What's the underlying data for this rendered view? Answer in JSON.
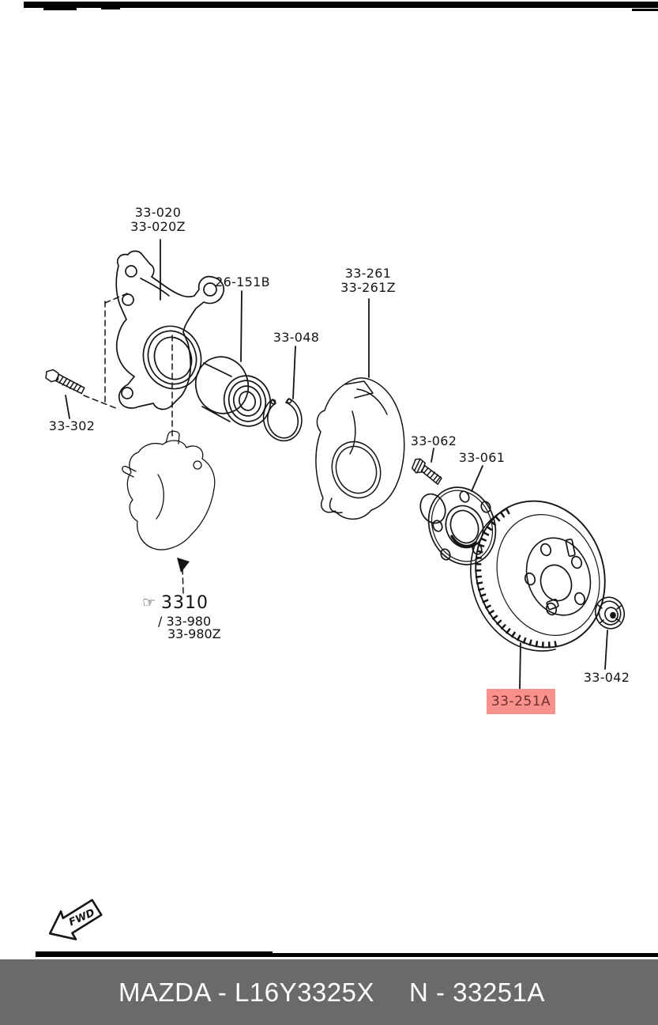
{
  "labels": {
    "knuckle_line1": "33-020",
    "knuckle_line2": "33-020Z",
    "bearing": "26-151B",
    "snap_ring": "33-048",
    "dust_shield_line1": "33-261",
    "dust_shield_line2": "33-261Z",
    "knuckle_bolt": "33-302",
    "wheel_stud": "33-062",
    "hub": "33-061",
    "caliper": "3310",
    "caliper_sub1": "/ 33-980",
    "caliper_sub2": "33-980Z",
    "hub_nut": "33-042",
    "brake_disc": "33-251A"
  },
  "icons": {
    "pointing_hand": "☞"
  },
  "fwd": {
    "label": "FWD"
  },
  "highlight": {
    "bg_color": "#f8908c",
    "text_color": "#702e2b"
  },
  "footer": {
    "catalog_code": "MAZDA - L16Y3325X",
    "part_number": "N - 33251A",
    "bg_color": "#6a6a6a",
    "text_color": "#ffffff"
  }
}
